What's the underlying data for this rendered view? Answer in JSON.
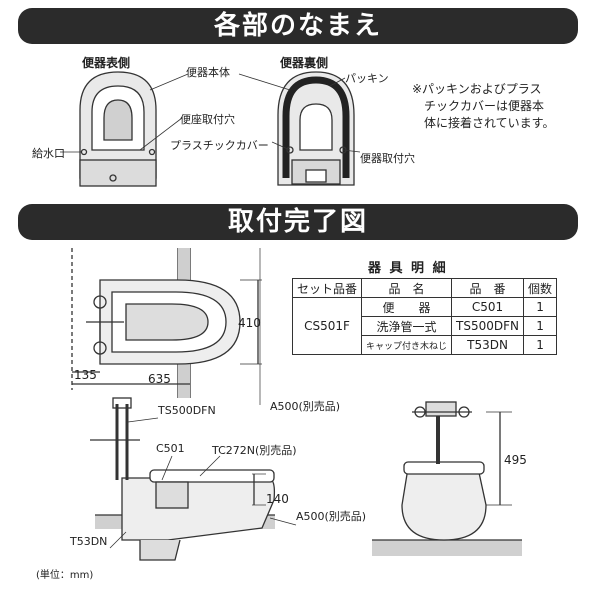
{
  "names_section": {
    "title": "各部のなまえ",
    "front_label": "便器表側",
    "back_label": "便器裏側",
    "body_label": "便器本体",
    "seat_hole_label": "便座取付穴",
    "water_inlet_label": "給水口",
    "plastic_cover_label": "プラスチックカバー",
    "packing_label": "パッキン",
    "mount_hole_label": "便器取付穴",
    "note_lines": [
      "※パッキンおよびプラス",
      "チックカバーは便器本",
      "体に接着されています。"
    ]
  },
  "install_section": {
    "title": "取付完了図",
    "spec_title": "器 具 明 細",
    "spec_headers": [
      "セット品番",
      "品　名",
      "品　番",
      "個数"
    ],
    "set_code": "CS501F",
    "spec_rows": [
      {
        "name": "便　　器",
        "code": "C501",
        "qty": "1"
      },
      {
        "name": "洗浄管一式",
        "code": "TS500DFN",
        "qty": "1"
      },
      {
        "name": "キャップ付き木ねじ",
        "code": "T53DN",
        "qty": "1"
      }
    ],
    "dims": {
      "d410": "410",
      "d135": "135",
      "d635": "635",
      "d140": "140",
      "d495": "495"
    },
    "labels": {
      "ts500dfn": "TS500DFN",
      "a500_top": "A500(別売品)",
      "c501": "C501",
      "tc272n": "TC272N(別売品)",
      "a500_bottom": "A500(別売品)",
      "t53dn": "T53DN"
    },
    "unit": "(単位：mm)"
  }
}
